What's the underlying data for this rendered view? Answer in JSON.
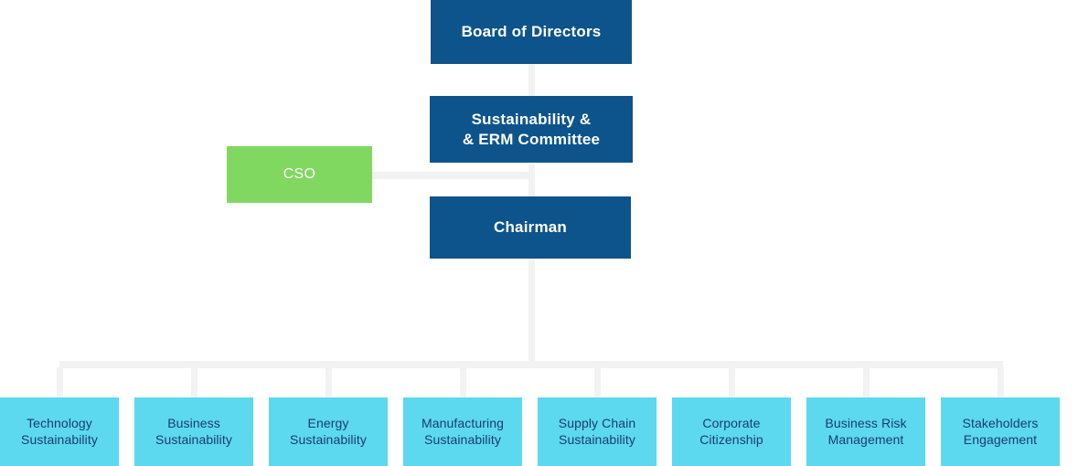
{
  "chart_data": {
    "type": "diagram",
    "title": "Sustainability Governance Organizational Chart",
    "colors": {
      "executive": "#0d548c",
      "cso": "#81d861",
      "unit": "#5cd9ee",
      "unit_text": "#1b3c6e",
      "connector": "#f2f2f2",
      "background": "#ffffff"
    },
    "nodes": [
      {
        "id": "board",
        "label": "Board of Directors",
        "level": 1,
        "style": "executive"
      },
      {
        "id": "committee",
        "label": "Sustainability &\n& ERM Committee",
        "level": 2,
        "style": "executive"
      },
      {
        "id": "cso",
        "label": "CSO",
        "level": 3,
        "style": "cso"
      },
      {
        "id": "chairman",
        "label": "Chairman",
        "level": 3,
        "style": "executive"
      }
    ],
    "edges": [
      {
        "from": "board",
        "to": "committee"
      },
      {
        "from": "committee",
        "to": "chairman"
      },
      {
        "from": "cso",
        "to": "chairman"
      },
      {
        "from": "chairman",
        "to": "units"
      }
    ]
  },
  "executives": {
    "board": {
      "label": "Board of Directors"
    },
    "committee": {
      "line1": "Sustainability &",
      "line2": "& ERM Committee"
    },
    "cso": {
      "label": "CSO"
    },
    "chairman": {
      "label": "Chairman"
    }
  },
  "units": [
    {
      "line1": "Technology",
      "line2": "Sustainability"
    },
    {
      "line1": "Business",
      "line2": "Sustainability"
    },
    {
      "line1": "Energy",
      "line2": "Sustainability"
    },
    {
      "line1": "Manufacturing",
      "line2": "Sustainability"
    },
    {
      "line1": "Supply Chain",
      "line2": "Sustainability"
    },
    {
      "line1": "Corporate",
      "line2": "Citizenship"
    },
    {
      "line1": "Business Risk",
      "line2": "Management"
    },
    {
      "line1": "Stakeholders",
      "line2": "Engagement"
    }
  ]
}
